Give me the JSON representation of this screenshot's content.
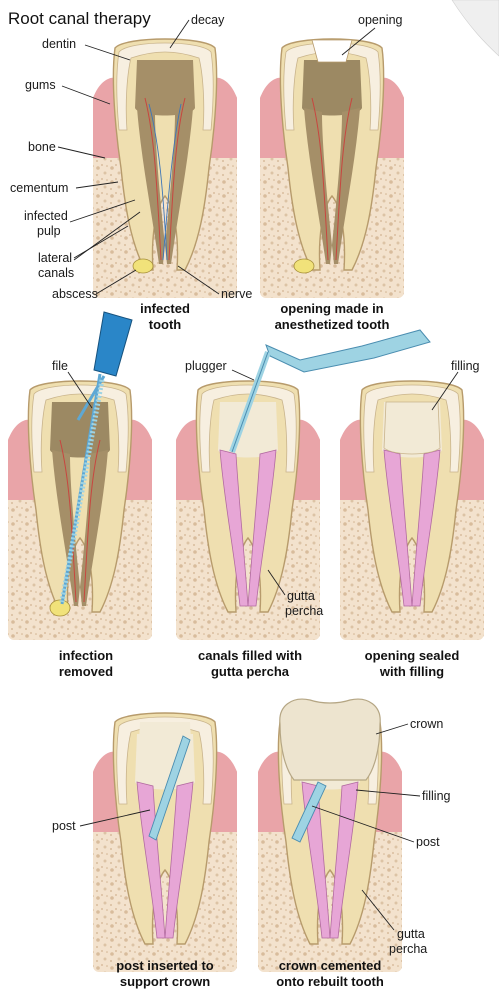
{
  "title": "Root canal therapy",
  "colors": {
    "enamel": "#f6eedd",
    "dentin": "#efdfb0",
    "pulp_infected": "#a58f68",
    "gum": "#e9a4a8",
    "bone": "#f0dcc5",
    "abscess": "#f1e27a",
    "gutta_percha": "#e7a6d6",
    "post": "#9ed3e3",
    "crown": "#ede4cf",
    "instrument": "#2a86c8"
  },
  "panels": [
    {
      "caption": [
        "infected",
        "tooth"
      ],
      "labels": {
        "decay": "decay",
        "dentin": "dentin",
        "gums": "gums",
        "bone": "bone",
        "cementum": "cementum",
        "infected_pulp": [
          "infected",
          "pulp"
        ],
        "lateral_canals": [
          "lateral",
          "canals"
        ],
        "abscess": "abscess",
        "nerve": "nerve"
      }
    },
    {
      "caption": [
        "opening made in",
        "anesthetized tooth"
      ],
      "labels": {
        "opening": "opening"
      }
    },
    {
      "caption": [
        "infection",
        "removed"
      ],
      "labels": {
        "file": "file"
      }
    },
    {
      "caption": [
        "canals filled with",
        "gutta percha"
      ],
      "labels": {
        "plugger": "plugger",
        "gutta_percha": [
          "gutta",
          "percha"
        ]
      }
    },
    {
      "caption": [
        "opening sealed",
        "with filling"
      ],
      "labels": {
        "filling": "filling"
      }
    },
    {
      "caption": [
        "post inserted to",
        "support crown"
      ],
      "labels": {
        "post": "post"
      }
    },
    {
      "caption": [
        "crown cemented",
        "onto rebuilt tooth"
      ],
      "labels": {
        "crown": "crown",
        "filling": "filling",
        "post": "post",
        "gutta_percha": [
          "gutta",
          "percha"
        ]
      }
    }
  ]
}
